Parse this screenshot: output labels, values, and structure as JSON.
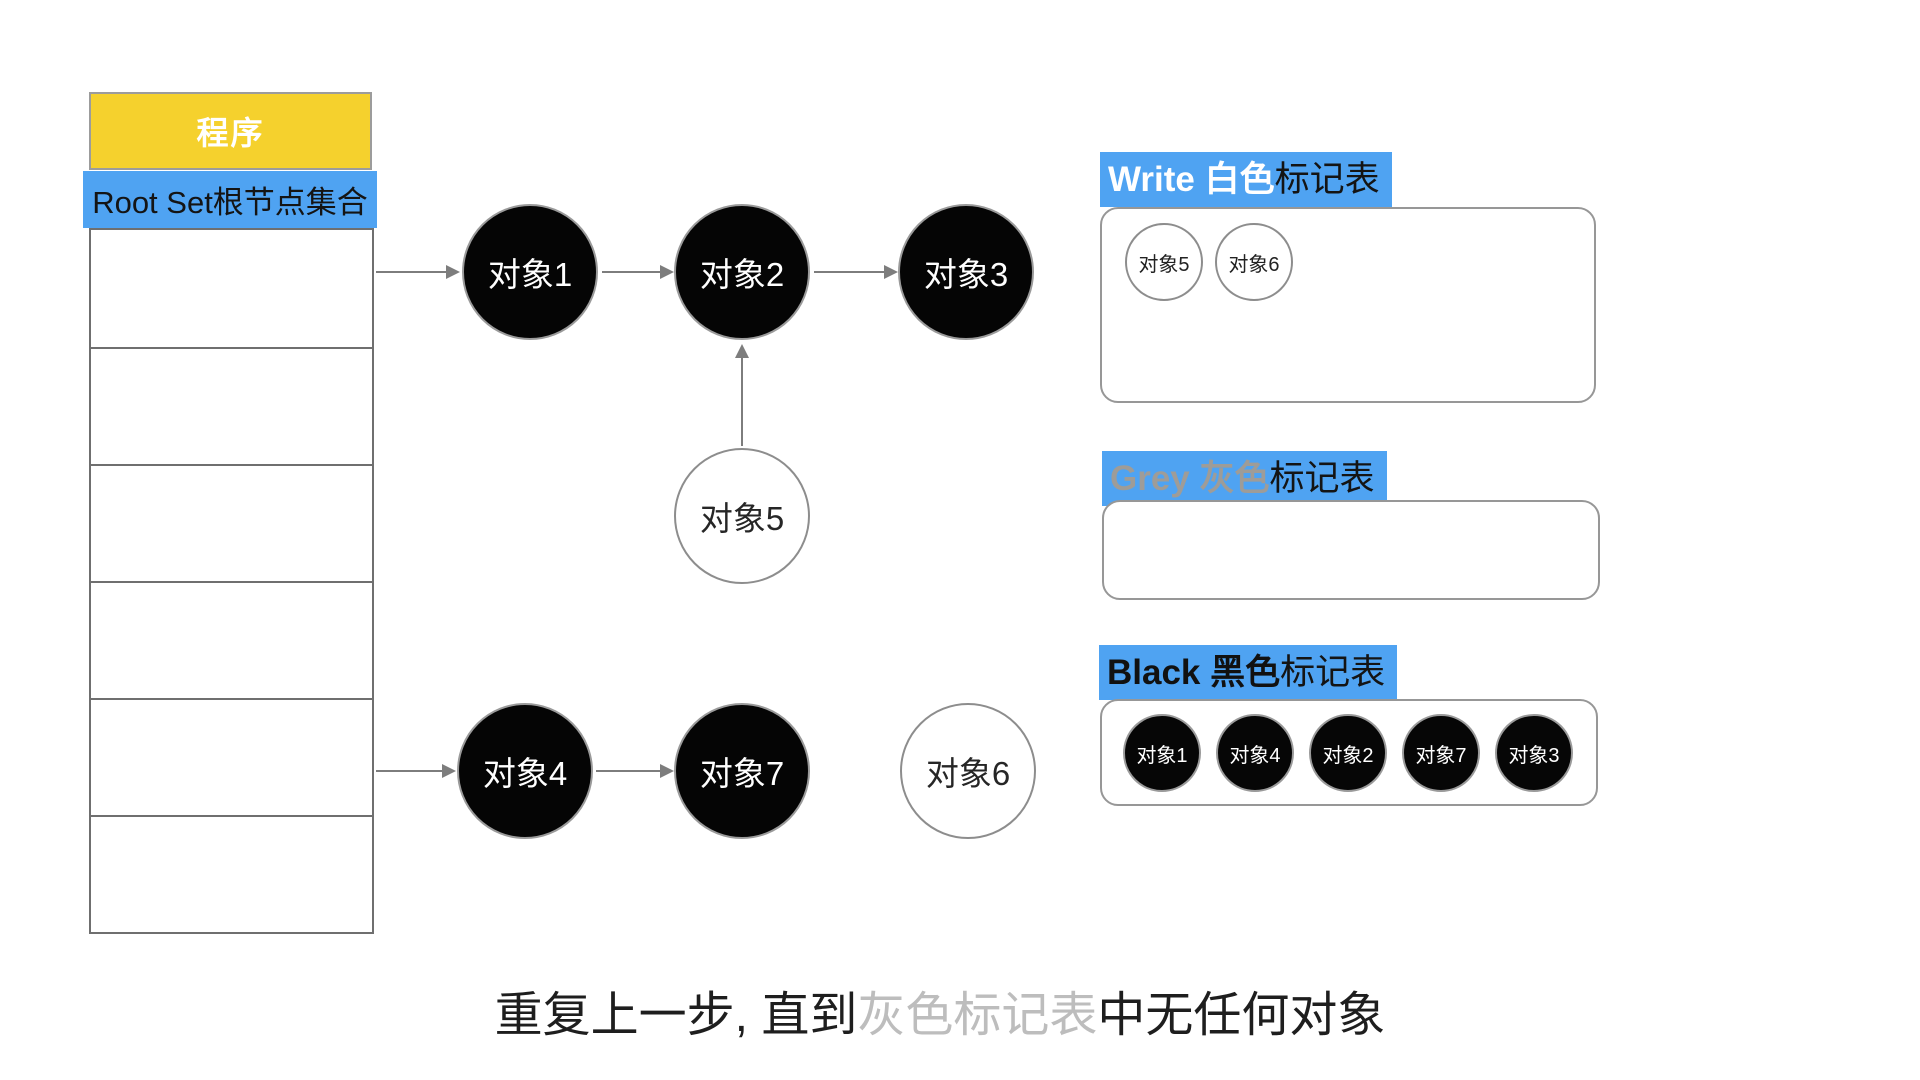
{
  "program_table": {
    "header": "程序",
    "root_label": "Root Set根节点集合",
    "empty_row_count": 6
  },
  "graph": {
    "nodes": [
      {
        "label": "对象1",
        "color": "black"
      },
      {
        "label": "对象2",
        "color": "black"
      },
      {
        "label": "对象3",
        "color": "black"
      },
      {
        "label": "对象5",
        "color": "white"
      },
      {
        "label": "对象4",
        "color": "black"
      },
      {
        "label": "对象7",
        "color": "black"
      },
      {
        "label": "对象6",
        "color": "white"
      }
    ],
    "edges": [
      {
        "from": "Root Set",
        "to": "对象1"
      },
      {
        "from": "对象1",
        "to": "对象2"
      },
      {
        "from": "对象2",
        "to": "对象3"
      },
      {
        "from": "对象5",
        "to": "对象2"
      },
      {
        "from": "Root Set",
        "to": "对象4"
      },
      {
        "from": "对象4",
        "to": "对象7"
      }
    ]
  },
  "mark_tables": {
    "white": {
      "prefix": "Write 白色",
      "suffix": "标记表",
      "members": [
        "对象5",
        "对象6"
      ]
    },
    "grey": {
      "prefix": "Grey 灰色",
      "suffix": "标记表",
      "members": []
    },
    "black": {
      "prefix": "Black 黑色",
      "suffix": "标记表",
      "members": [
        "对象1",
        "对象4",
        "对象2",
        "对象7",
        "对象3"
      ]
    }
  },
  "caption": {
    "before": "重复上一步, 直到",
    "highlight": "灰色标记表",
    "after": "中无任何对象"
  },
  "colors": {
    "accent_yellow": "#F5D12D",
    "accent_blue": "#4FA3F2",
    "grey_label_text": "#9E9C98",
    "caption_grey": "#BDBDBD",
    "arrow_grey": "#7D7D7D",
    "node_black": "#050505"
  }
}
